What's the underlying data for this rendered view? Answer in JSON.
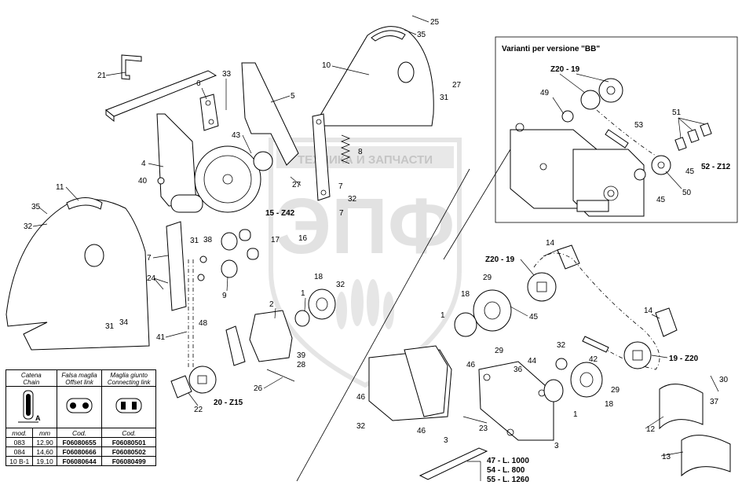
{
  "inset": {
    "title": "Varianti per versione \"BB\"",
    "labels": [
      "Z20 - 19",
      "49",
      "53",
      "51",
      "45",
      "52 - Z12",
      "50",
      "45"
    ]
  },
  "callouts": {
    "c25": "25",
    "c35a": "35",
    "c10": "10",
    "c27a": "27",
    "c31a": "31",
    "c21": "21",
    "c6": "6",
    "c33": "33",
    "c5": "5",
    "c43": "43",
    "c8": "8",
    "c4": "4",
    "c40": "40",
    "c11": "11",
    "c35b": "35",
    "c32a": "32",
    "c27b": "27",
    "c7a": "7",
    "c32b": "32",
    "c15": "15 - Z42",
    "c31b": "31",
    "c38": "38",
    "c17": "17",
    "c16": "16",
    "c7b": "7",
    "c24": "24",
    "c9": "9",
    "c31c": "31",
    "c34": "34",
    "c18a": "18",
    "c32c": "32",
    "c1a": "1",
    "c2": "2",
    "c48": "48",
    "c41": "41",
    "c39": "39",
    "c28": "28",
    "c26": "26",
    "c22": "22",
    "c20": "20 - Z15",
    "c14a": "14",
    "c29a": "29",
    "c20b": "Z20 - 19",
    "c18b": "18",
    "c45": "45",
    "c1b": "1",
    "c29b": "29",
    "c46a": "46",
    "c14b": "14",
    "c32d": "32",
    "c36": "36",
    "c44": "44",
    "c42": "42",
    "c19": "19 - Z20",
    "c29c": "29",
    "c46b": "46",
    "c18c": "18",
    "c1c": "1",
    "c30": "30",
    "c37": "37",
    "c32e": "32",
    "c46c": "46",
    "c3a": "3",
    "c23": "23",
    "c3b": "3",
    "c12": "12",
    "c13": "13",
    "bar1": "47 - L. 1000",
    "bar2": "54 - L. 800",
    "bar3": "55 - L. 1260"
  },
  "watermark": {
    "top_text": "ТЕХНИКА И ЗАПЧАСТИ",
    "big_text": "ЭПФ"
  },
  "chain_table": {
    "headers": [
      "Catena\nChain",
      "Falsa maglia\nOffset link",
      "Maglia giunto\nConnecting link"
    ],
    "pic_label": "A",
    "subheaders": [
      "mod.",
      "mm",
      "Cod.",
      "Cod."
    ],
    "rows": [
      [
        "083",
        "12,90",
        "F06080655",
        "F06080501"
      ],
      [
        "084",
        "14,60",
        "F06080666",
        "F06080502"
      ],
      [
        "10 B-1",
        "19,10",
        "F06080644",
        "F06080499"
      ]
    ]
  }
}
